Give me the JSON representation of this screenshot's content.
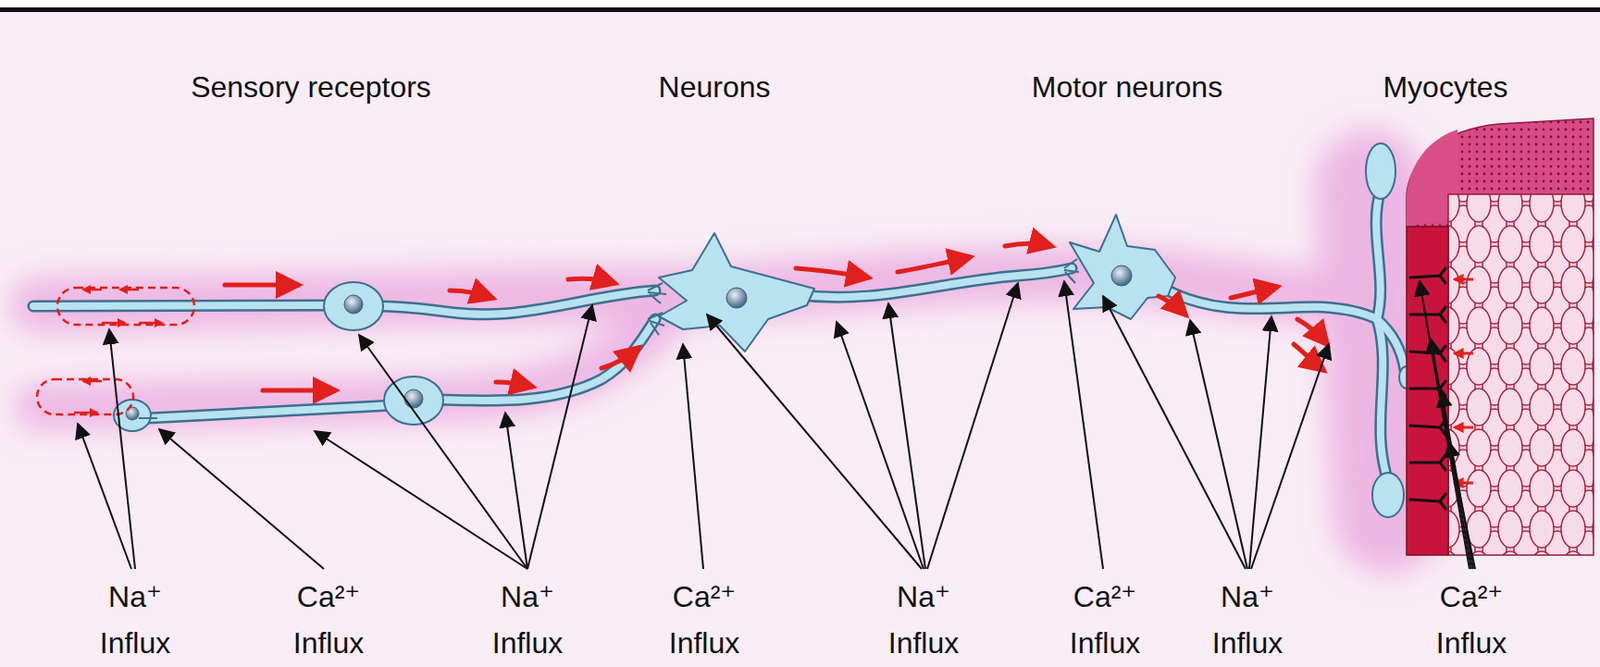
{
  "diagram": {
    "labels": [
      "Sensory receptors",
      "Neurons",
      "Motor neurons",
      "Myocytes",
      "Na⁺ Influx",
      "Ca²⁺ Influx",
      "Na⁺ Influx",
      "Ca²⁺ Influx",
      "Na⁺ Influx",
      "Ca²⁺ Influx",
      "Na⁺ Influx",
      "Ca²⁺ Influx"
    ]
  }
}
